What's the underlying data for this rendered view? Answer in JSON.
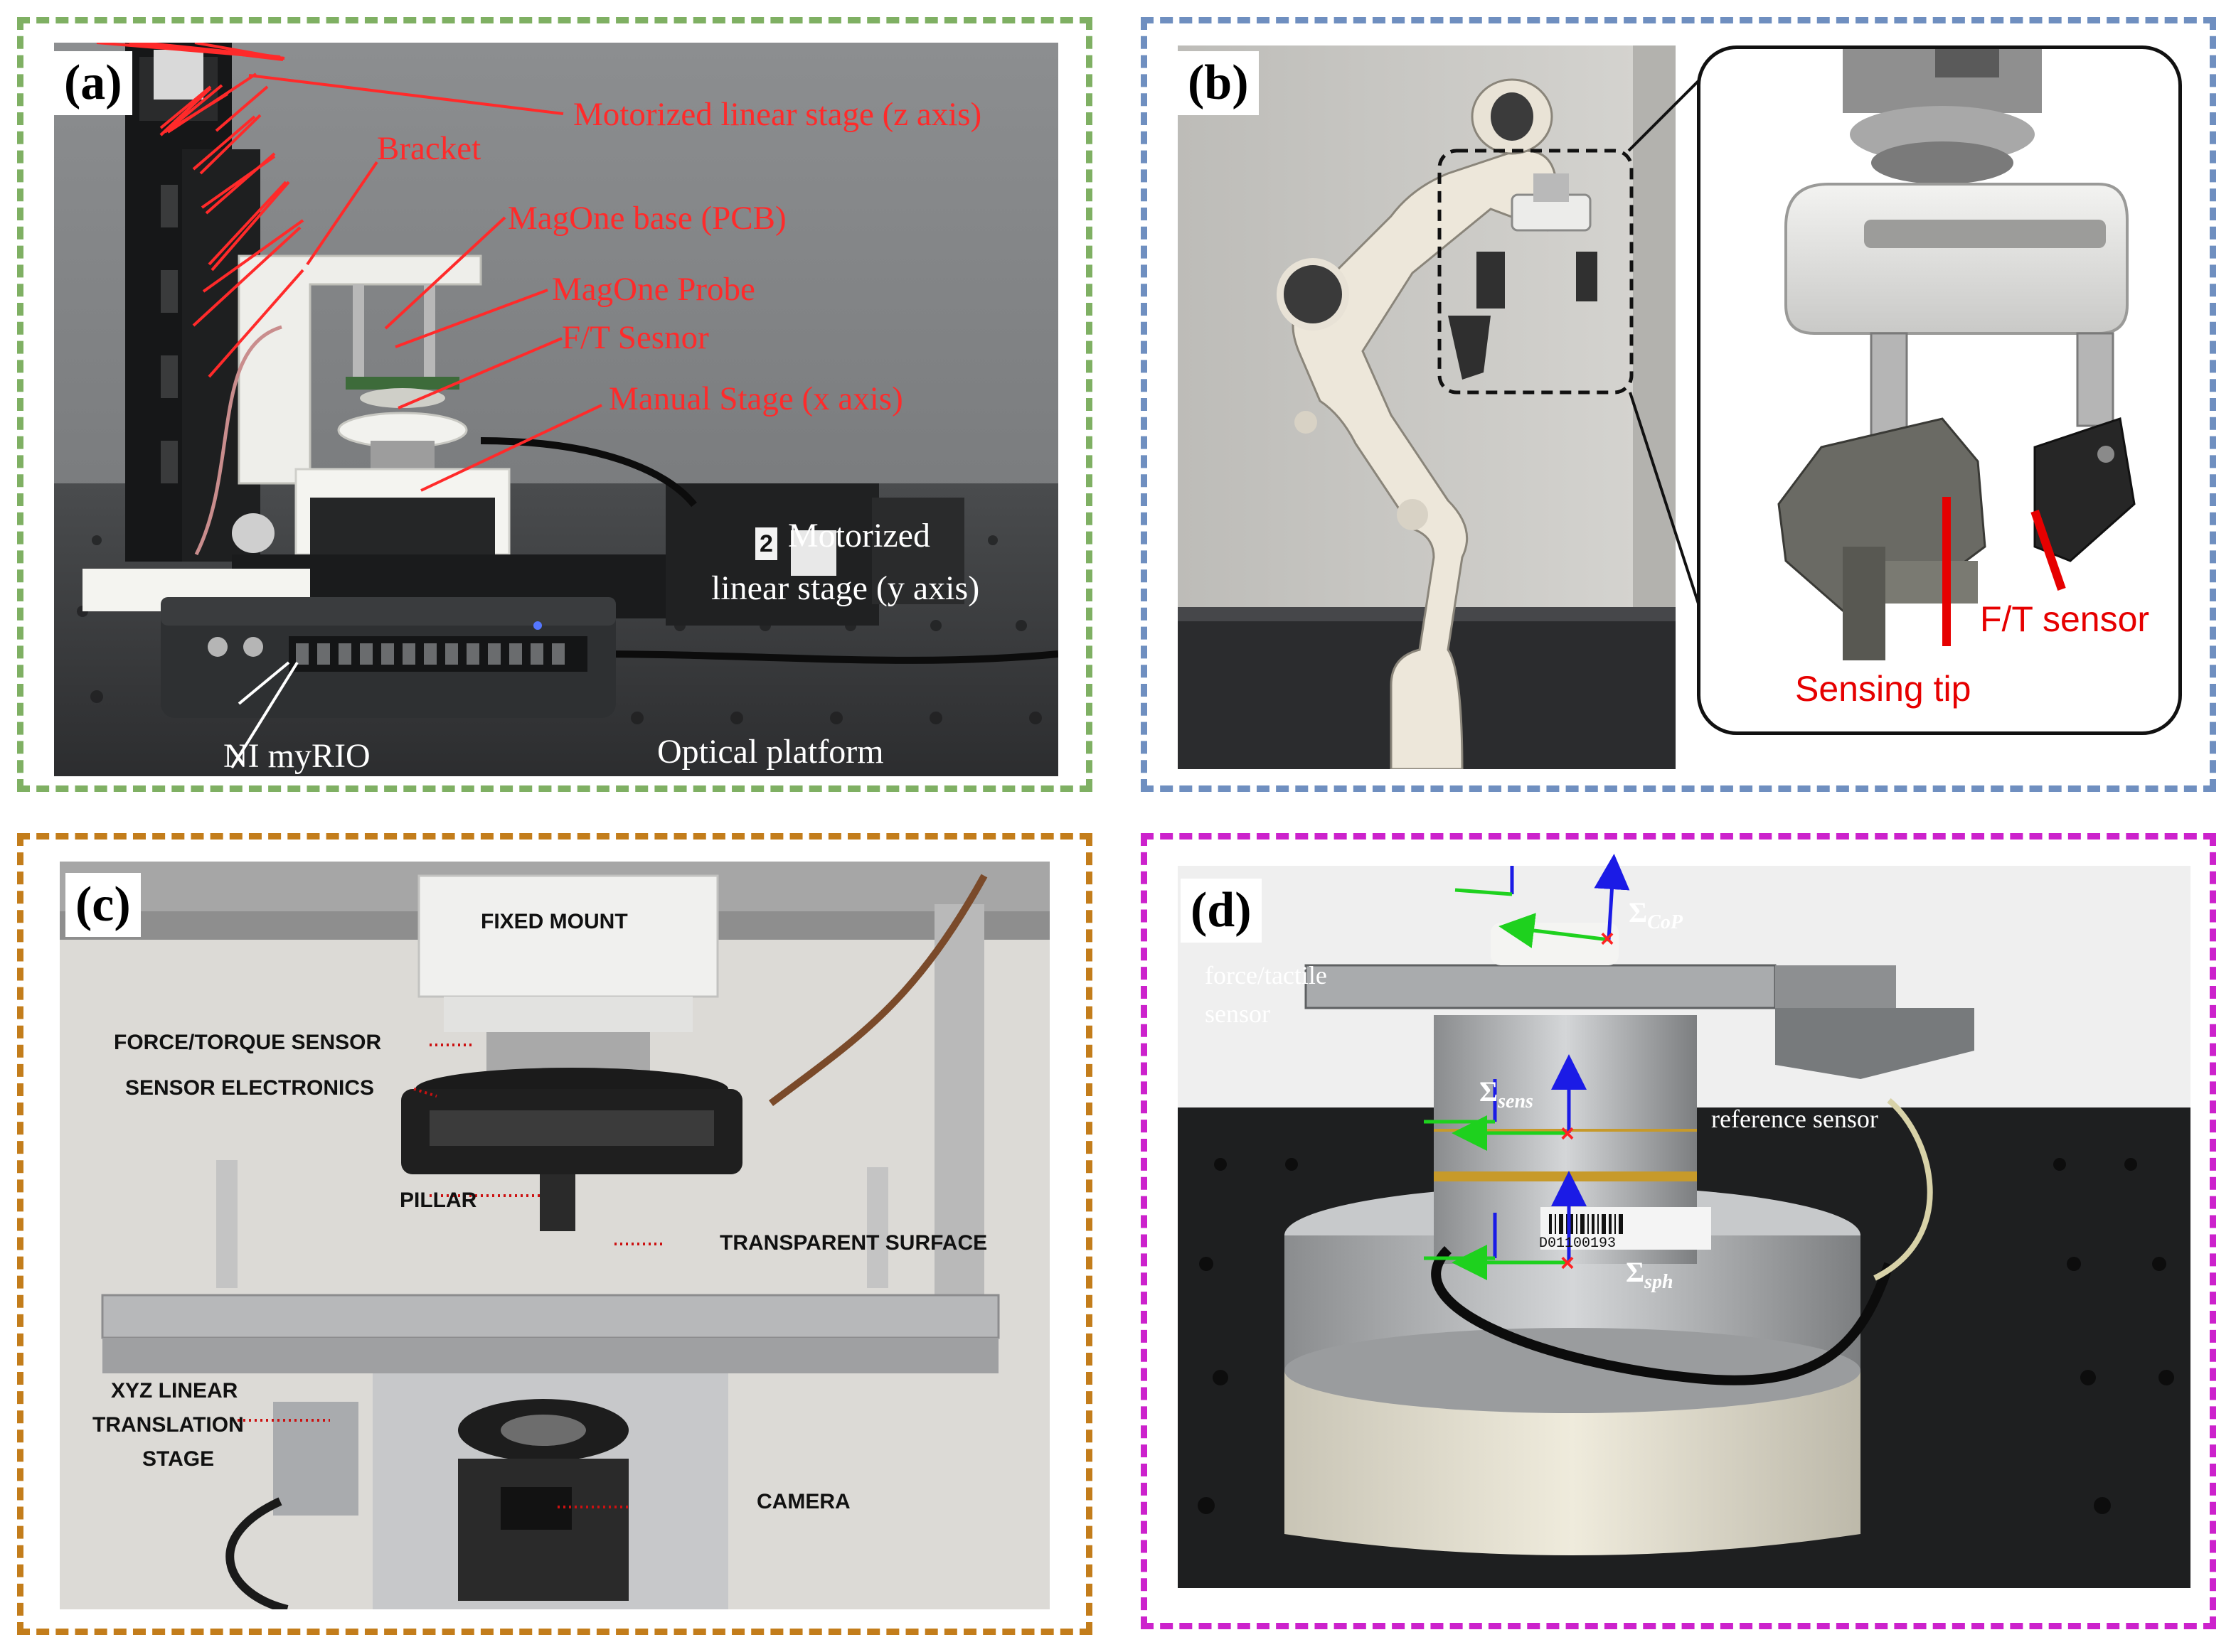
{
  "colors": {
    "frame_a": "#7fb063",
    "frame_b": "#6f8fc0",
    "frame_c": "#c37d1b",
    "frame_d": "#cc22cc",
    "annotation_red": "#ff2a2a"
  },
  "panels": {
    "a": {
      "label": "(a)",
      "annotations": {
        "motorized_z": "Motorized linear stage (z axis)",
        "bracket": "Bracket",
        "magone_base": "MagOne base (PCB)",
        "magone_probe": "MagOne Probe",
        "ft_sensor": "F/T Sesnor",
        "manual_stage": "Manual Stage (x axis)",
        "motorized_y_line1": "Motorized",
        "motorized_y_line2": "linear stage (y axis)",
        "ni_myrio": "NI myRIO",
        "optical_platform": "Optical platform"
      },
      "stage_badge": "2"
    },
    "b": {
      "label": "(b)",
      "annotations": {
        "ft_sensor": "F/T sensor",
        "sensing_tip": "Sensing tip"
      }
    },
    "c": {
      "label": "(c)",
      "annotations": {
        "fixed_mount": "FIXED MOUNT",
        "force_torque_sensor": "FORCE/TORQUE SENSOR",
        "sensor_electronics": "SENSOR ELECTRONICS",
        "pillar": "PILLAR",
        "transparent_surface": "TRANSPARENT SURFACE",
        "xyz_stage_line1": "XYZ LINEAR",
        "xyz_stage_line2": "TRANSLATION",
        "xyz_stage_line3": "STAGE",
        "camera": "CAMERA"
      }
    },
    "d": {
      "label": "(d)",
      "annotations": {
        "force_tactile_line1": "force/tactile",
        "force_tactile_line2": "sensor",
        "reference_sensor": "reference sensor",
        "sigma_cop_main": "Σ",
        "sigma_cop_sub": "CoP",
        "sigma_sens_main": "Σ",
        "sigma_sens_sub": "sens",
        "sigma_sph_main": "Σ",
        "sigma_sph_sub": "sph"
      },
      "barcode_text": "D01100193"
    }
  }
}
